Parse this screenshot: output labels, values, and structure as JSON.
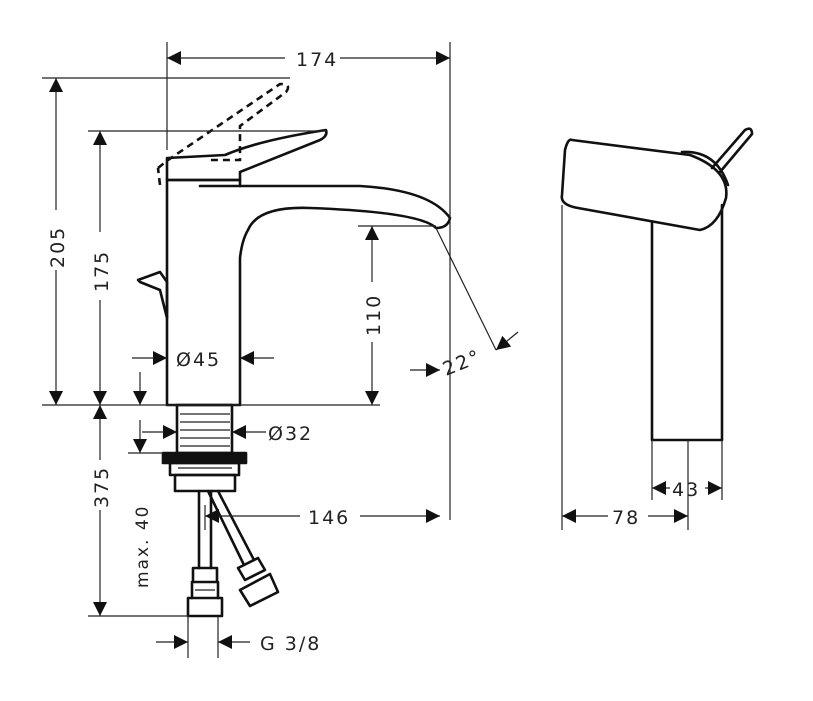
{
  "dimensions": {
    "total_width": "174",
    "total_height": "205",
    "lever_height": "175",
    "spout_height": "110",
    "spout_angle": "22°",
    "body_diameter": "Ø45",
    "thread_diameter": "Ø32",
    "below_deck_length": "375",
    "max_deck_thickness": "max. 40",
    "spout_reach": "146",
    "hose_thread": "G 3/8",
    "side_body_depth": "43",
    "side_total_depth": "78"
  }
}
